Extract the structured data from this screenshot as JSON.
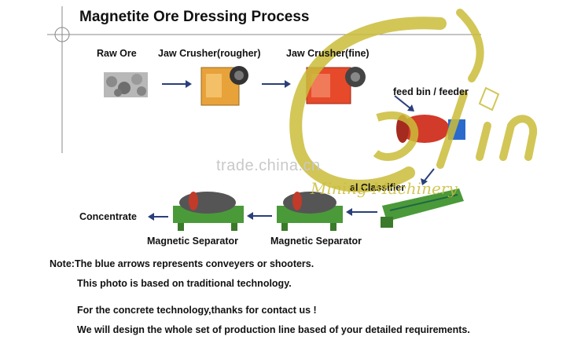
{
  "title": "Magnetite Ore Dressing Process",
  "steps": {
    "raw_ore": "Raw Ore",
    "jaw_rough": "Jaw Crusher(rougher)",
    "jaw_fine": "Jaw Crusher(fine)",
    "feeder": "feed bin / feeder",
    "classifier": "al Classifier",
    "mag_sep_1": "Magnetic  Separator",
    "mag_sep_2": "Magnetic  Separator",
    "concentrate": "Concentrate"
  },
  "notes": {
    "line1": "Note:The blue arrows represents conveyers or shooters.",
    "line2": "This photo is based on traditional technology.",
    "line3": "For the concrete technology,thanks for contact us !",
    "line4": "We will design the whole set of production line based of your detailed requirements."
  },
  "watermarks": {
    "site": "trade.china.cn",
    "brand_sub": "Mining Machinery"
  },
  "colors": {
    "arrow": "#2a3f7a",
    "crusher": "#e8a23a",
    "crusher_red": "#e64a2a",
    "mill": "#d23a2a",
    "separator_green": "#4a9a3a",
    "watermark_gold": "#cbbd3a"
  }
}
